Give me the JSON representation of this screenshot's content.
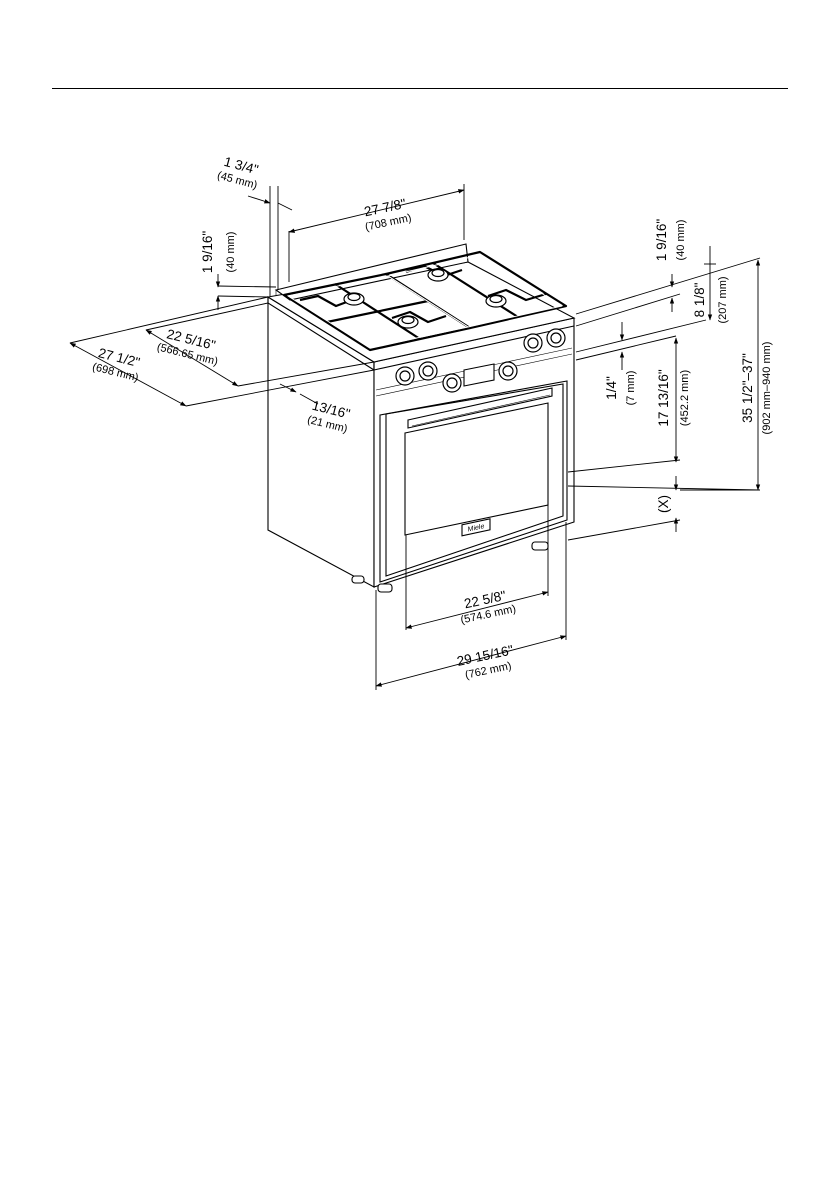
{
  "dimensions": {
    "back_offset": {
      "imperial": "1 3/4\"",
      "metric": "(45 mm)"
    },
    "backguard_width": {
      "imperial": "27 7/8\"",
      "metric": "(708 mm)"
    },
    "backguard_height_left": {
      "imperial": "1 9/16\"",
      "metric": "(40 mm)"
    },
    "backguard_height_right": {
      "imperial": "1 9/16\"",
      "metric": "(40 mm)"
    },
    "cooktop_height": {
      "imperial": "8 1/8\"",
      "metric": "(207 mm)"
    },
    "total_depth": {
      "imperial": "27 1/2\"",
      "metric": "(698 mm)"
    },
    "body_depth": {
      "imperial": "22 5/16\"",
      "metric": "(566.65 mm)"
    },
    "door_offset": {
      "imperial": "13/16\"",
      "metric": "(21 mm)"
    },
    "panel_gap": {
      "imperial": "1/4\"",
      "metric": "(7 mm)"
    },
    "oven_height": {
      "imperial": "17 13/16\"",
      "metric": "(452.2 mm)"
    },
    "total_height": {
      "imperial": "35 1/2\"–37\"",
      "metric": "(902 mm–940 mm)"
    },
    "leg_height": {
      "imperial": "(X)"
    },
    "oven_width": {
      "imperial": "22 5/8\"",
      "metric": "(574.6 mm)"
    },
    "total_width": {
      "imperial": "29 15/16\"",
      "metric": "(762 mm)"
    }
  },
  "brand_badge": "Miele"
}
